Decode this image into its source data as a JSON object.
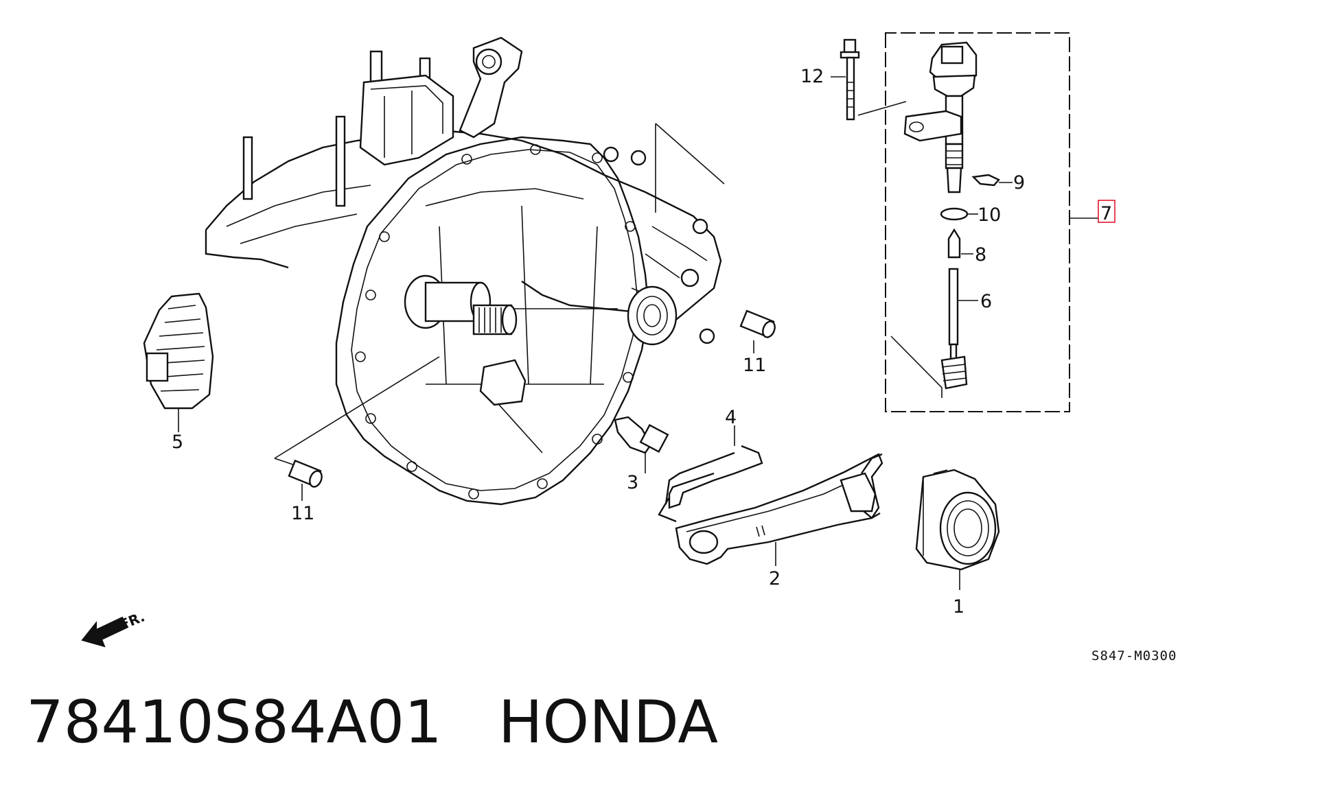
{
  "diagram": {
    "callouts": {
      "c1": "1",
      "c2": "2",
      "c3": "3",
      "c4": "4",
      "c5": "5",
      "c6": "6",
      "c7": "7",
      "c8": "8",
      "c9": "9",
      "c10": "10",
      "c11a": "11",
      "c11b": "11",
      "c12": "12"
    },
    "highlight_color": "#e0182d",
    "front_label": "FR.",
    "drawing_code": "S847-M0300"
  },
  "footer": {
    "part_number": "78410S84A01",
    "brand": "HONDA"
  }
}
